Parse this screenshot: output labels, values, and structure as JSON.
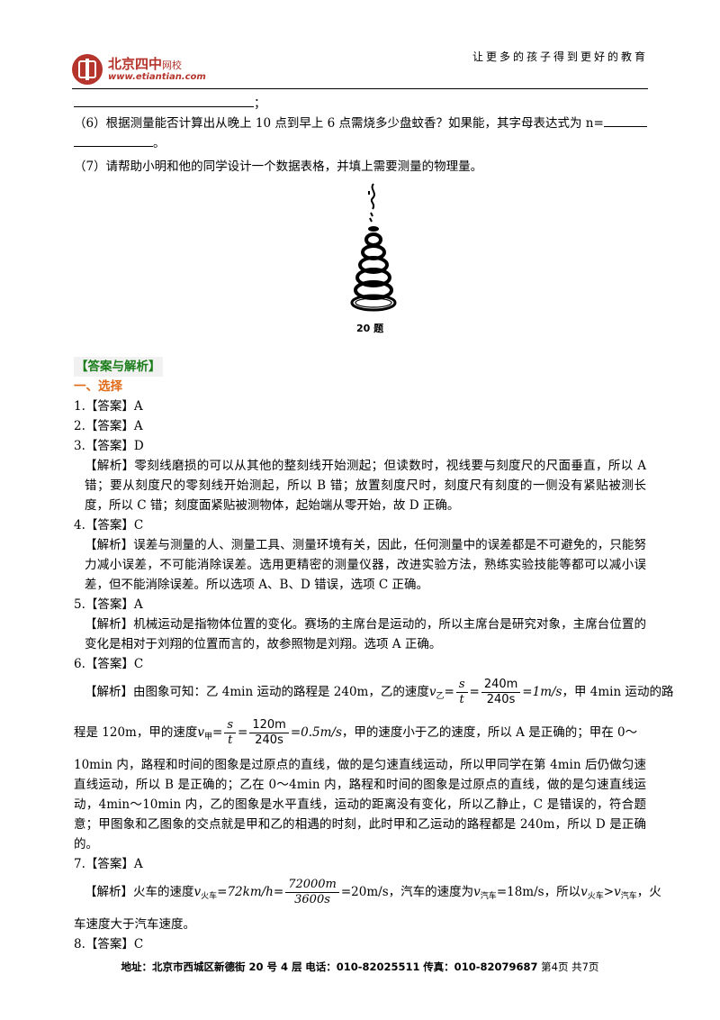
{
  "header": {
    "logo_name": "北京四中",
    "logo_sub": "网校",
    "logo_url": "www.etiantian.com",
    "slogan": "让更多的孩子得到更好的教育"
  },
  "questions": {
    "q5_tail": "；",
    "q6": "（6）根据测量能否计算出从晚上 10 点到早上 6 点需烧多少盘蚊香？如果能，其字母表达式为 n=",
    "q6_end": "。",
    "q7": "（7）请帮助小明和他的同学设计一个数据表格，并填上需要测量的物理量。",
    "figure_caption": "20 题"
  },
  "answers": {
    "heading": "【答案与解析】",
    "section": "一、选择",
    "a1": "1.【答案】A",
    "a2": "2.【答案】A",
    "a3": "3.【答案】D",
    "a3_exp": "【解析】零刻线磨损的可以从其他的整刻线开始测起；但读数时，视线要与刻度尺的尺面垂直，所以 A 错；要从刻度尺的零刻线开始测起，所以 B 错；放置刻度尺时，刻度尺有刻度的一侧没有紧贴被测长度，所以 C 错；刻度面紧贴被测物体，起始端从零开始，故 D 正确。",
    "a4": "4.【答案】C",
    "a4_exp": "【解析】误差与测量的人、测量工具、测量环境有关，因此，任何测量中的误差都是不可避免的，只能努力减小误差，不可能消除误差。选用更精密的测量仪器，改进实验方法，熟练实验技能等都可以减小误差，但不能消除误差。所以选项 A、B、D 错误，选项 C 正确。",
    "a5": "5.【答案】A",
    "a5_exp": "【解析】机械运动是指物体位置的变化。赛场的主席台是运动的，所以主席台是研究对象，主席台位置的变化是相对于刘翔的位置而言的，故参照物是刘翔。选项 A 正确。",
    "a6": "6.【答案】C",
    "a6_p1": "【解析】由图象可知：乙 4min 运动的路程是 240m，乙的速度",
    "a6_v_yi": "v",
    "a6_sub_yi": "乙",
    "a6_frac1_num": "s",
    "a6_frac1_den": "t",
    "a6_frac2_num": "240m",
    "a6_frac2_den": "240s",
    "a6_res1": "=1m/s",
    "a6_p1_end": "，甲 4min 运动的路",
    "a6_p2": "程是 120m，甲的速度",
    "a6_sub_jia": "甲",
    "a6_frac3_num": "120m",
    "a6_frac3_den": "240s",
    "a6_res2": "=0.5m/s",
    "a6_p2_end": "，甲的速度小于乙的速度，所以 A 是正确的；甲在 0～",
    "a6_p3": "10min 内，路程和时间的图象是过原点的直线，做的是匀速直线运动，所以甲同学在第 4min 后仍做匀速直线运动，所以 B 是正确的；乙在 0～4min 内，路程和时间的图象是过原点的直线，做的是匀速直线运动，4min～10min 内，乙的图象是水平直线，运动的距离没有变化，所以乙静止，C 是错误的，符合题意；甲图象和乙图象的交点就是甲和乙的相遇的时刻，此时甲和乙运动的路程都是 240m，所以 D 是正确的。",
    "a7": "7.【答案】A",
    "a7_p1": "【解析】火车的速度",
    "a7_sub_huo": "火车",
    "a7_eq1": "=72km/h=",
    "a7_frac_num": "72000m",
    "a7_frac_den": "3600s",
    "a7_res": "=20m/s",
    "a7_mid": "，汽车的速度为",
    "a7_sub_qi": "汽车",
    "a7_res2": "=18m/s",
    "a7_mid2": "，所以",
    "a7_gt": ">",
    "a7_tail": "，火",
    "a7_p2": "车速度大于汽车速度。",
    "a8": "8.【答案】C"
  },
  "footer": {
    "address": "地址：北京市西城区新德街 20 号 4 层",
    "phone": "电话：010-82025511",
    "fax": "传真：010-82079687",
    "page": "第4页  共7页"
  }
}
